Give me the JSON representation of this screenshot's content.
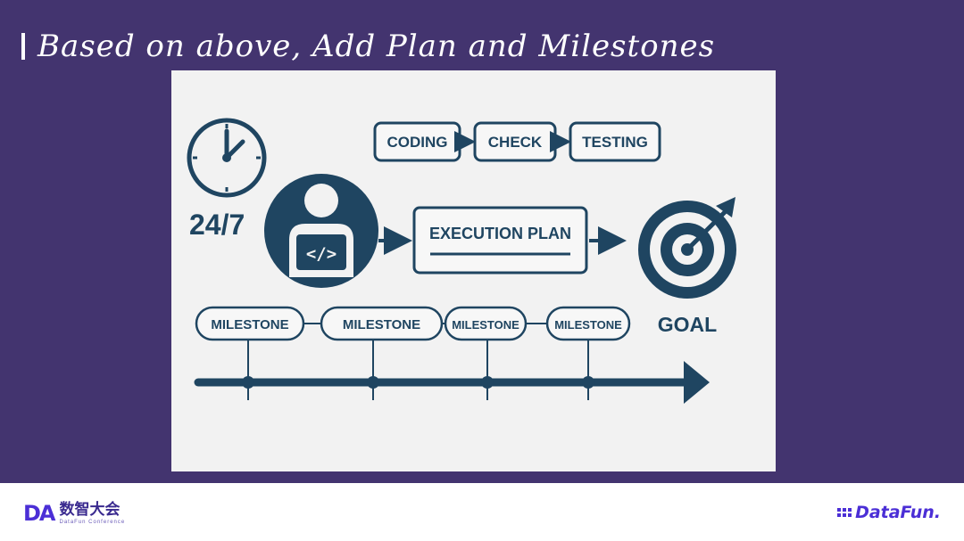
{
  "title": "Based on above, Add Plan and Milestones",
  "diagram": {
    "pipeline": [
      "CODING",
      "CHECK",
      "TESTING"
    ],
    "availability": "24/7",
    "code_symbol": "</>",
    "execution_plan": "EXECUTION PLAN",
    "goal": "GOAL",
    "milestones": [
      "MILESTONE",
      "MILESTONE",
      "MILESTONE",
      "MILESTONE"
    ]
  },
  "colors": {
    "primary": "#1f4561",
    "background": "#43346f",
    "panel": "#f2f2f2"
  },
  "footer": {
    "left_logo_mark": "DA",
    "left_logo_cn": "数智大会",
    "left_logo_en": "DataFun Conference",
    "right_logo": "DataFun."
  }
}
